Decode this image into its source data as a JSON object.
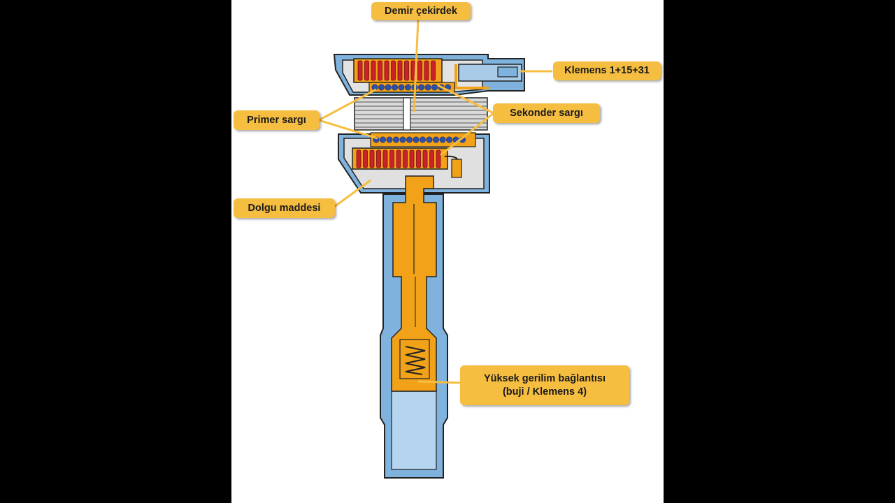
{
  "labels": {
    "iron_core": "Demir çekirdek",
    "terminal": "Klemens 1+15+31",
    "primary_winding": "Primer sargı",
    "secondary_winding": "Sekonder sargı",
    "filler": "Dolgu maddesi",
    "hv_connection_line1": "Yüksek gerilim bağlantısı",
    "hv_connection_line2": "(buji / Klemens 4)"
  },
  "colors": {
    "background": "#000000",
    "panel": "#ffffff",
    "callout": "#f6be41",
    "housing_blue": "#7fb2dc",
    "conductor_orange": "#f2a219",
    "winding_red": "#c8222a",
    "winding_blue": "#2f4fa6",
    "filler_gray": "#e0e0e0"
  }
}
